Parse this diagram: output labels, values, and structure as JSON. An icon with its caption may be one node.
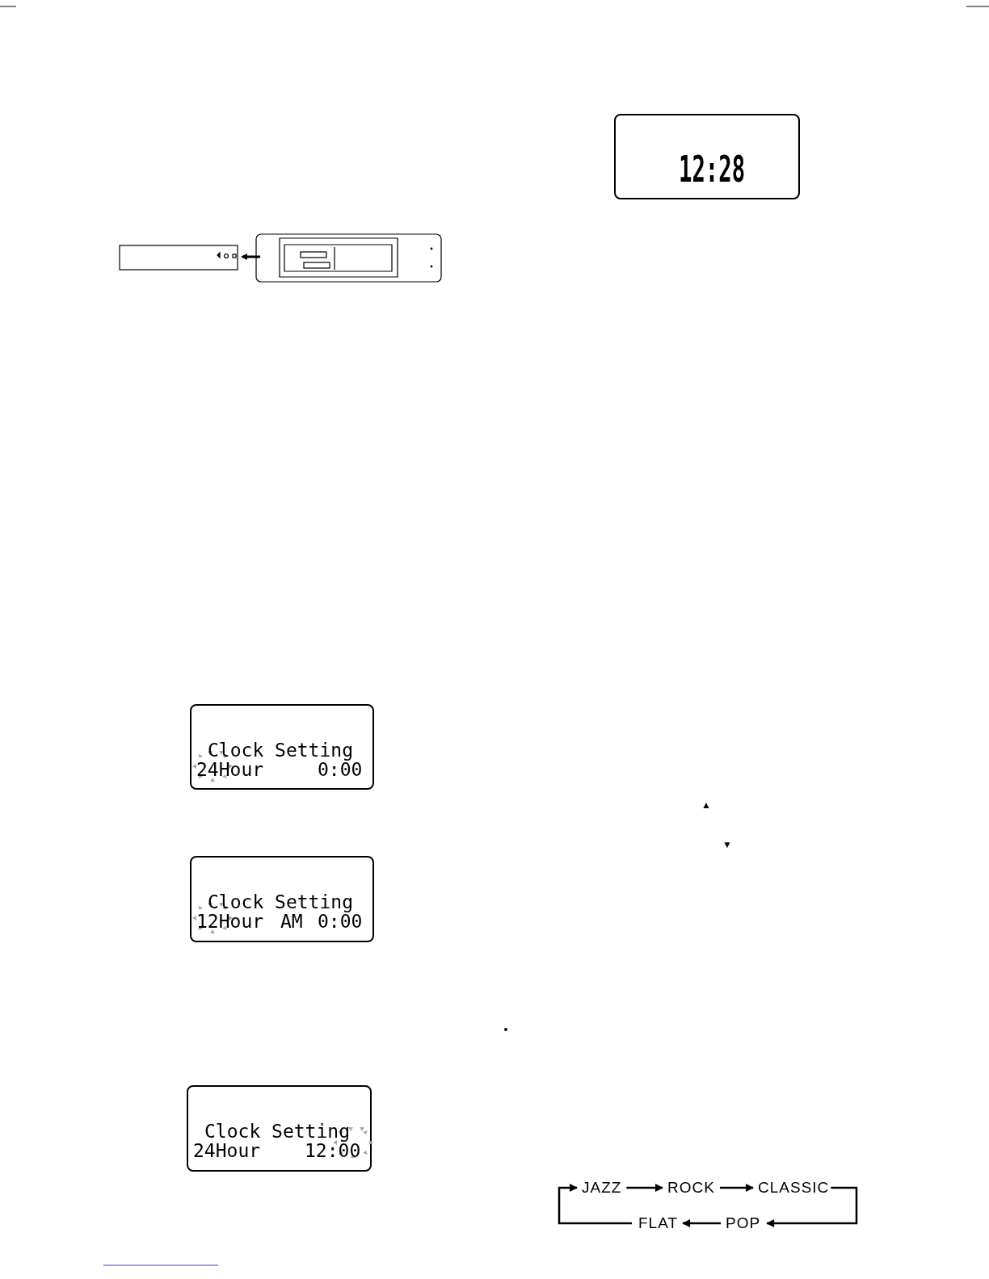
{
  "diagram": {
    "nodes": [
      {
        "text": [
          "12:28"
        ]
      },
      {
        "text": [
          "Clock Setting",
          "24Hour",
          "0:00"
        ]
      },
      {
        "text": [
          "Clock Setting",
          "12Hour",
          "AM",
          "0:00"
        ]
      },
      {
        "text": [
          "Clock Setting",
          "24Hour",
          "12:00"
        ]
      },
      {
        "text": [
          "JAZZ"
        ]
      },
      {
        "text": [
          "ROCK"
        ]
      },
      {
        "text": [
          "CLASSIC"
        ]
      },
      {
        "text": [
          "POP"
        ]
      },
      {
        "text": [
          "FLAT"
        ]
      }
    ],
    "edges": [
      {
        "from": 4,
        "to": 5,
        "arrow": "to"
      },
      {
        "from": 5,
        "to": 6,
        "arrow": "to"
      },
      {
        "from": 6,
        "to": 7,
        "arrow": "to"
      },
      {
        "from": 7,
        "to": 8,
        "arrow": "to"
      },
      {
        "from": 8,
        "to": 4,
        "arrow": "to"
      }
    ],
    "labels": [
      "▲",
      "▼"
    ]
  }
}
